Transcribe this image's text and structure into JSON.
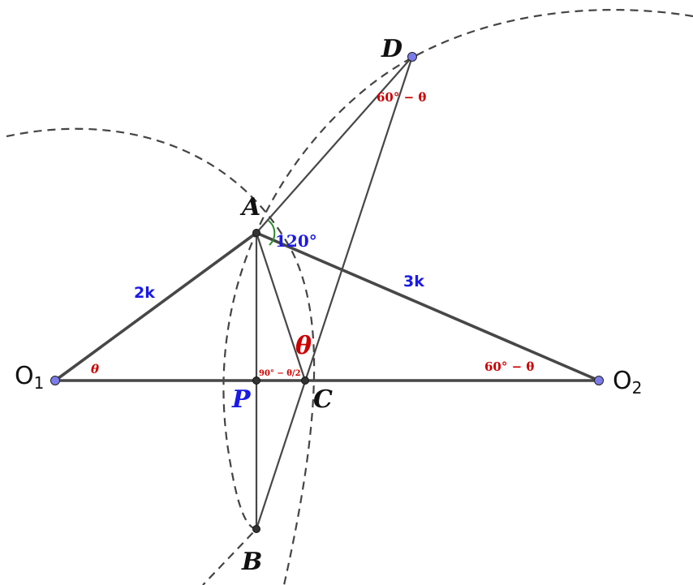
{
  "points": {
    "A": {
      "label": "A"
    },
    "B": {
      "label": "B"
    },
    "C": {
      "label": "C"
    },
    "D": {
      "label": "D"
    },
    "P": {
      "label": "P"
    },
    "O1": {
      "label": "O",
      "sub": "1"
    },
    "O2": {
      "label": "O",
      "sub": "2"
    }
  },
  "lengths": {
    "O1A": "2k",
    "O2A": "3k"
  },
  "angles": {
    "at_O1": "θ",
    "at_O2": "60° − θ",
    "at_D": "60° − θ",
    "at_A": "120°",
    "at_C": "θ",
    "at_P": "90° − θ/2"
  },
  "colors": {
    "line": "#474747",
    "arc": "#444444",
    "center_point": "#7b7bea",
    "blue_label": "#1a1ae6",
    "red_label": "#cc0000",
    "angle_arc": "#2e8b2e"
  }
}
